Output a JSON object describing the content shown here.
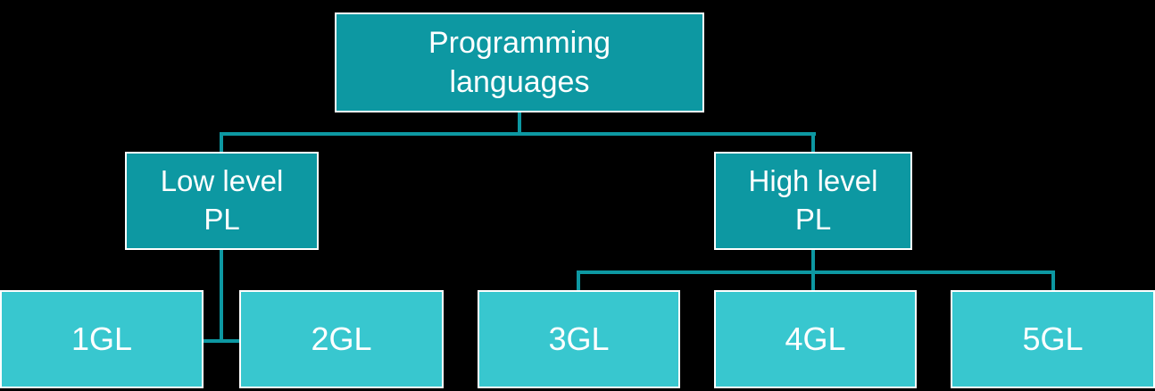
{
  "diagram": {
    "colors": {
      "background": "#000000",
      "node_dark": "#0d98a2",
      "node_light": "#38c7cf",
      "line": "#0d98a2",
      "border": "#ffffff",
      "text": "#ffffff"
    },
    "root": {
      "label": "Programming languages"
    },
    "branches": [
      {
        "label": "Low level PL",
        "children": [
          {
            "label": "1GL"
          },
          {
            "label": "2GL"
          }
        ]
      },
      {
        "label": "High level PL",
        "children": [
          {
            "label": "3GL"
          },
          {
            "label": "4GL"
          },
          {
            "label": "5GL"
          }
        ]
      }
    ]
  }
}
